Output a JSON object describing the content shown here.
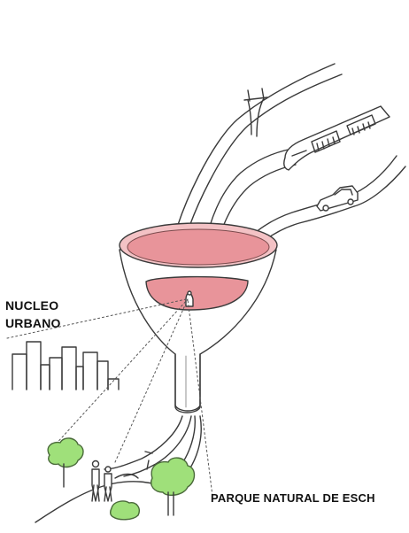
{
  "labels": {
    "nucleo_line1": "NUCLEO",
    "nucleo_line2": "URBANO",
    "parque": "PARQUE NATURAL DE ESCH"
  },
  "colors": {
    "funnel_interior": "#e8949a",
    "funnel_rim": "#f3c2c5",
    "tree_green": "#9fe07a",
    "ink": "#333333"
  }
}
